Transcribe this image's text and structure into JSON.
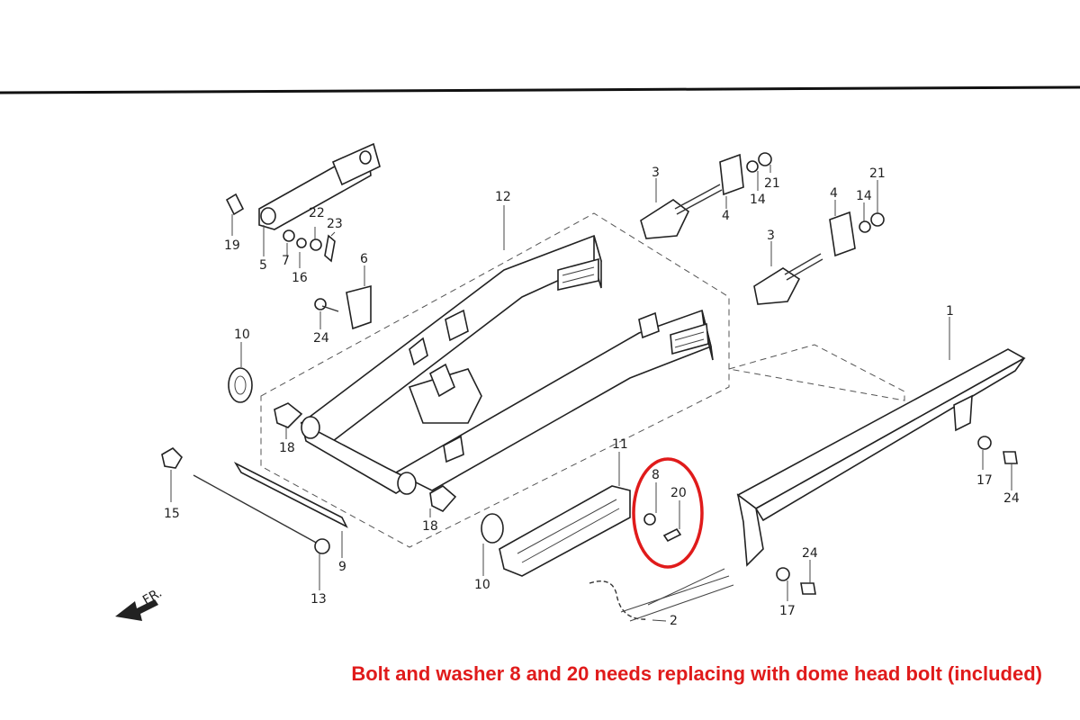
{
  "diagram": {
    "labels": {
      "p1": "1",
      "p2": "2",
      "p3a": "3",
      "p3b": "3",
      "p4a": "4",
      "p4b": "4",
      "p5": "5",
      "p6": "6",
      "p7": "7",
      "p8": "8",
      "p9": "9",
      "p10a": "10",
      "p10b": "10",
      "p11": "11",
      "p12": "12",
      "p13": "13",
      "p14a": "14",
      "p14b": "14",
      "p15": "15",
      "p16": "16",
      "p17a": "17",
      "p17b": "17",
      "p18a": "18",
      "p18b": "18",
      "p19": "19",
      "p20": "20",
      "p21a": "21",
      "p21b": "21",
      "p22": "22",
      "p23": "23",
      "p24a": "24",
      "p24b": "24",
      "p24c": "24",
      "front": "FR."
    },
    "highlight_color": "#e01b1b"
  },
  "caption": {
    "text": "Bolt and washer 8 and 20 needs replacing with dome head bolt (included)",
    "color": "#e01b1b"
  }
}
